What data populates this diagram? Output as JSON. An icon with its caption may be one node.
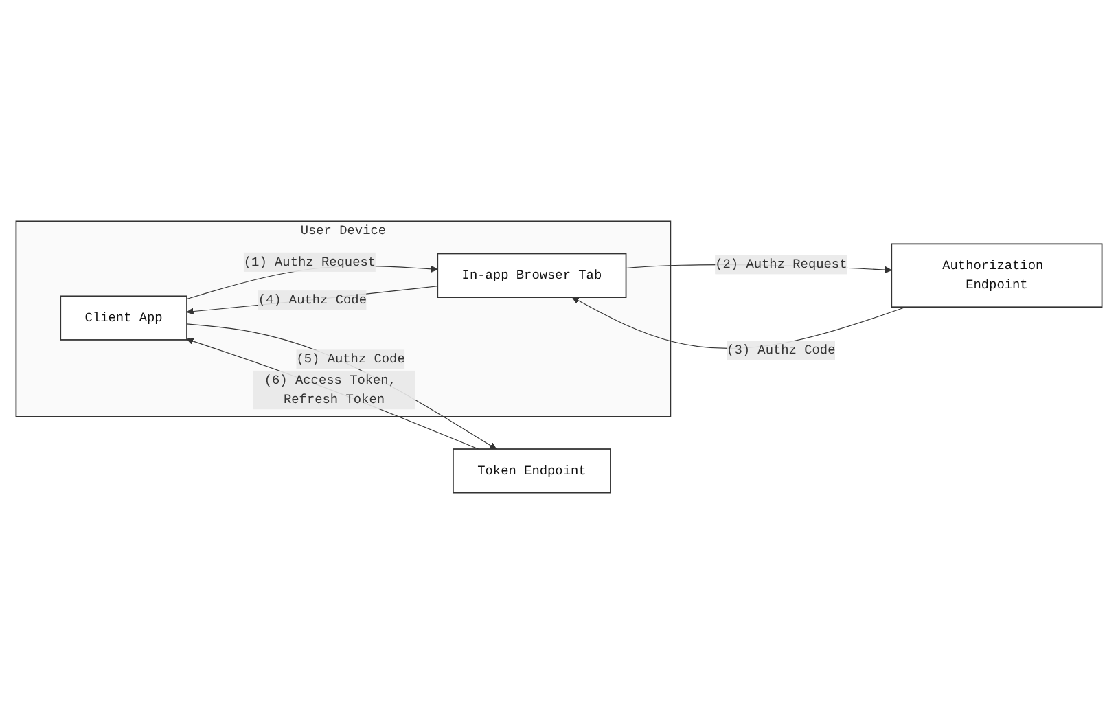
{
  "diagram": {
    "nodes": [
      {
        "text": [
          "User Device"
        ]
      },
      {
        "text": [
          "Client App"
        ],
        "in": 0
      },
      {
        "text": [
          "Token Endpoint"
        ]
      },
      {
        "text": [
          "In-app Browser Tab"
        ],
        "in": 0
      },
      {
        "text": [
          "Authorization Endpoint"
        ]
      }
    ],
    "edges": [
      {
        "from": 1,
        "to": 3,
        "arrow": "to",
        "label": "(1) Authz Request"
      },
      {
        "from": 3,
        "to": 4,
        "arrow": "to",
        "label": "(2) Authz Request"
      },
      {
        "from": 4,
        "to": 3,
        "arrow": "to",
        "label": "(3) Authz Code"
      },
      {
        "from": 3,
        "to": 1,
        "arrow": "to",
        "label": "(4) Authz Code"
      },
      {
        "from": 1,
        "to": 2,
        "arrow": "to",
        "label": "(5) Authz Code"
      },
      {
        "from": 2,
        "to": 1,
        "arrow": "to",
        "label": "(6) Access Token, Refresh Token"
      }
    ]
  }
}
